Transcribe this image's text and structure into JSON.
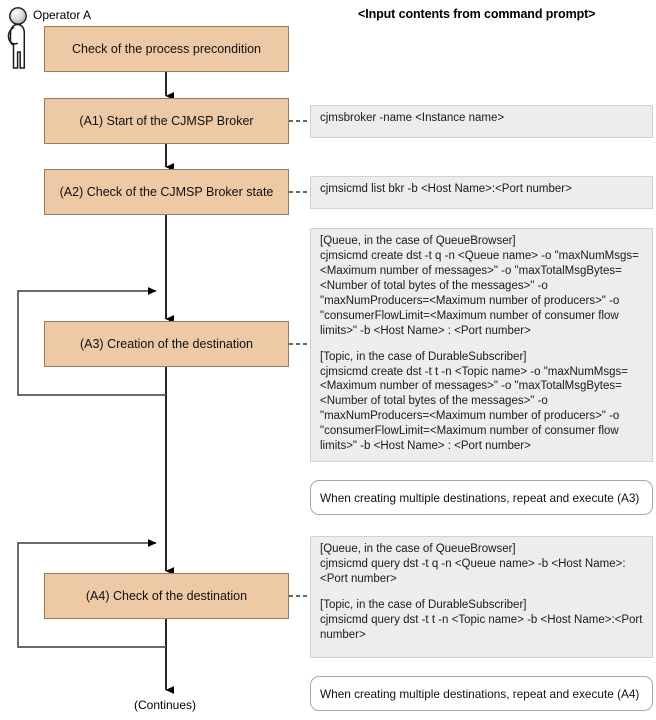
{
  "diagram": {
    "type": "flowchart",
    "columns": {
      "actor_lane_label": "Operator A",
      "command_column_header": "<Input contents from command prompt>"
    },
    "colors": {
      "process_fill": "#eec9a6",
      "process_border": "#9a7a5c",
      "command_fill": "#ededed",
      "command_border": "#d2d2d2",
      "note_fill": "#ffffff",
      "note_border": "#a8a8a8",
      "connector": "#000000"
    },
    "actor": {
      "name": "Operator A",
      "icon": "actor-person-icon"
    },
    "steps": [
      {
        "id": "start",
        "label": "Check of the process precondition"
      },
      {
        "id": "a1",
        "label": "(A1) Start of the CJMSP Broker"
      },
      {
        "id": "a2",
        "label": "(A2) Check of the CJMSP Broker state"
      },
      {
        "id": "a3",
        "label": "(A3) Creation of the destination"
      },
      {
        "id": "a4",
        "label": "(A4) Check of the destination"
      }
    ],
    "terminal": {
      "label": "(Continues)"
    },
    "commands": [
      {
        "id": "cmd-a1",
        "for_step": "a1",
        "blocks": [
          "cjmsbroker -name <Instance name>"
        ]
      },
      {
        "id": "cmd-a2",
        "for_step": "a2",
        "blocks": [
          "cjmsicmd list bkr -b <Host Name>:<Port number>"
        ]
      },
      {
        "id": "cmd-a3",
        "for_step": "a3",
        "blocks": [
          "[Queue, in the case of QueueBrowser]\ncjmsicmd create dst -t q -n <Queue name> -o \"maxNumMsgs=<Maximum number of messages>\" -o \"maxTotalMsgBytes=<Number of total bytes of the messages>\" -o \"maxNumProducers=<Maximum number of producers>\" -o \"consumerFlowLimit=<Maximum number of consumer flow limits>\" -b <Host Name> : <Port number>",
          "[Topic, in the case of DurableSubscriber]\ncjmsicmd create dst -t t -n <Topic name> -o \"maxNumMsgs=<Maximum number of messages>\" -o \"maxTotalMsgBytes=<Number of total bytes of the messages>\" -o \"maxNumProducers=<Maximum number of producers>\" -o \"consumerFlowLimit=<Maximum number of consumer flow limits>\" -b <Host Name> : <Port number>"
        ]
      },
      {
        "id": "cmd-a4",
        "for_step": "a4",
        "blocks": [
          "[Queue, in the case of QueueBrowser]\ncjmsicmd query dst -t q -n <Queue name> -b <Host Name>:<Port number>",
          "[Topic, in the case of DurableSubscriber]\ncjmsicmd query dst -t t -n <Topic name> -b <Host Name>:<Port number>"
        ]
      }
    ],
    "notes": [
      {
        "id": "note-a3",
        "text": "When creating multiple destinations, repeat and execute (A3)"
      },
      {
        "id": "note-a4",
        "text": "When creating multiple destinations, repeat and execute (A4)"
      }
    ]
  }
}
